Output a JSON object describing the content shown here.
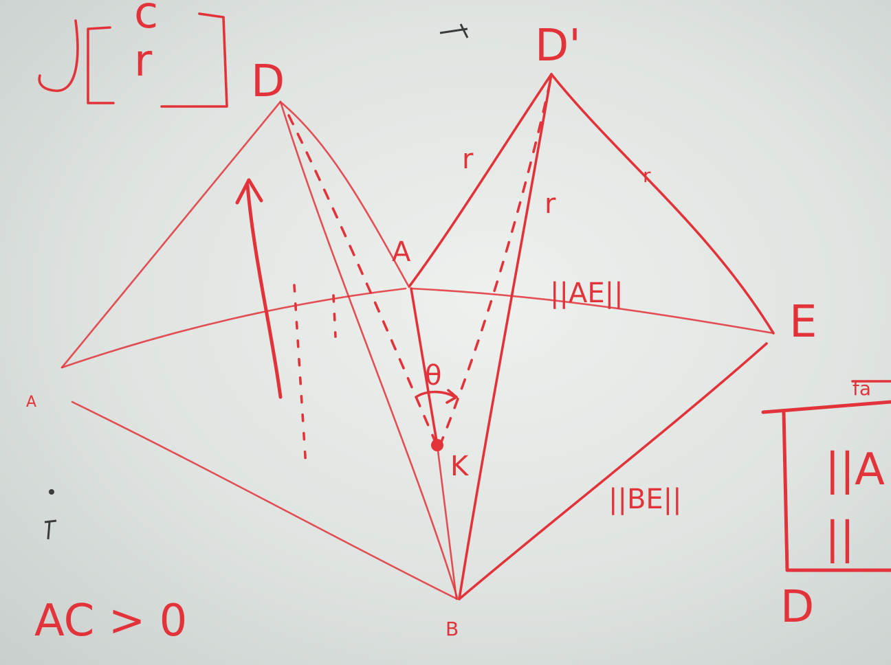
{
  "labels": {
    "D_left": "D",
    "D_right": "D'",
    "A_center": "A",
    "A_left": "A",
    "E": "E",
    "B": "B",
    "K": "K",
    "theta": "θ",
    "AE_norm": "||AE||",
    "BE_norm": "||BE||",
    "r_left": "r",
    "r_right": "r",
    "r_edge": "r",
    "r_topleft": "r",
    "c_topleft": "c",
    "J_topleft": "J",
    "AC_expr": "AC > 0",
    "D_bottom_right": "D",
    "norm_A_partial": "||A",
    "norm_second_partial": "||",
    "fa_partial": "fa"
  },
  "colors": {
    "marker_red": "#e2333a",
    "marker_black": "#3b3b3b",
    "board": "#e6eae7"
  }
}
